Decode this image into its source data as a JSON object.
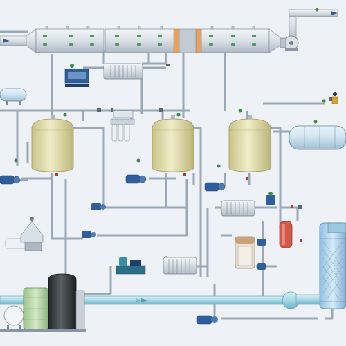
{
  "diagram": {
    "title": "",
    "colors": {
      "background": "#eef1f5",
      "pipe": "#c9d3de",
      "pipe_edge": "#8a98a8",
      "main_water_pipe": "#9fd3e3",
      "tank_body": "#e6e2b0",
      "tank_shadow": "#c9c38a",
      "pump_blue": "#2f5e9c",
      "valve_green": "#3a8a4a",
      "heat_exchanger": "#d8dde4",
      "column_blue": "#bcdaf0",
      "red_vessel": "#d35a4a",
      "black_tank": "#3a3d3f",
      "green_tank": "#b7d6a8"
    },
    "components": [
      {
        "name": "duct-section-1",
        "icon": "rectangular-duct"
      },
      {
        "name": "duct-section-2",
        "icon": "rectangular-duct"
      },
      {
        "name": "duct-section-3",
        "icon": "rectangular-duct"
      },
      {
        "name": "centrifugal-fan",
        "icon": "fan"
      },
      {
        "name": "storage-tank-1",
        "icon": "vertical-tank"
      },
      {
        "name": "storage-tank-2",
        "icon": "vertical-tank"
      },
      {
        "name": "storage-tank-3",
        "icon": "vertical-tank"
      },
      {
        "name": "horizontal-tank",
        "icon": "horizontal-tank"
      },
      {
        "name": "packed-column",
        "icon": "packed-tower"
      },
      {
        "name": "separator",
        "icon": "centrifuge"
      },
      {
        "name": "heat-exchangers",
        "icon": "plate-heat-exchanger"
      },
      {
        "name": "pumps",
        "icon": "centrifugal-pump"
      },
      {
        "name": "filter-cartridges",
        "icon": "filter"
      }
    ]
  }
}
